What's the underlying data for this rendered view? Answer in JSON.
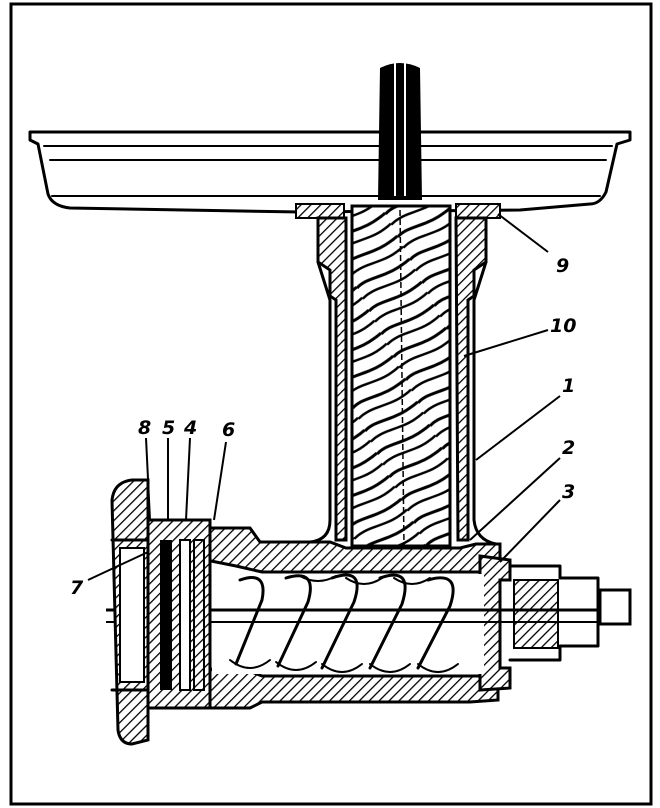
{
  "diagram": {
    "type": "cross-section drawing",
    "subject": "meat grinder",
    "colors": {
      "ink": "#000000",
      "paper": "#ffffff"
    },
    "callouts": [
      {
        "id": "c1",
        "text": "1"
      },
      {
        "id": "c2",
        "text": "2"
      },
      {
        "id": "c3",
        "text": "3"
      },
      {
        "id": "c4",
        "text": "4"
      },
      {
        "id": "c5",
        "text": "5"
      },
      {
        "id": "c6",
        "text": "6"
      },
      {
        "id": "c7",
        "text": "7"
      },
      {
        "id": "c8",
        "text": "8"
      },
      {
        "id": "c9",
        "text": "9"
      },
      {
        "id": "c10",
        "text": "10"
      }
    ]
  }
}
